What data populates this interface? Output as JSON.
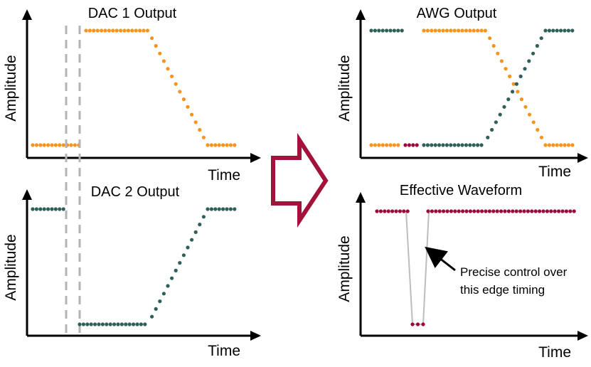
{
  "colors": {
    "orange": "#f7941d",
    "teal": "#2f5f5a",
    "crimson": "#9b0a3a",
    "arrow_outline": "#a3123a",
    "axis": "#000000",
    "dashed": "#b3b3b3",
    "trace": "#bdbdbd"
  },
  "panels": [
    {
      "title": "DAC 1 Output",
      "ylabel": "Amplitude",
      "xlabel": "Time"
    },
    {
      "title": "DAC 2 Output",
      "ylabel": "Amplitude",
      "xlabel": "Time"
    },
    {
      "title": "AWG Output",
      "ylabel": "Amplitude",
      "xlabel": "Time"
    },
    {
      "title": "Effective Waveform",
      "ylabel": "Amplitude",
      "xlabel": "Time"
    }
  ],
  "annotation": {
    "line1": "Precise control over",
    "line2": "this edge timing"
  },
  "icons": {
    "big_arrow": "right-arrow-icon",
    "pointer": "pointer-arrow-icon"
  }
}
